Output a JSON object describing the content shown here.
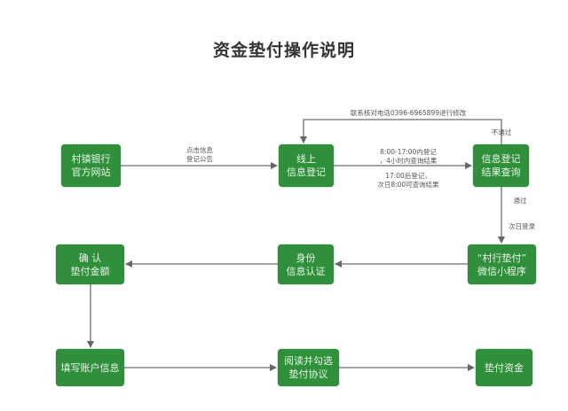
{
  "title": "资金垫付操作说明",
  "nodes": {
    "bank_site": [
      "村镇银行",
      "官方网站"
    ],
    "online_register": [
      "线上",
      "信息登记"
    ],
    "query_result": [
      "信息登记",
      "结果查询"
    ],
    "mini_program": [
      "“村行垫付”",
      "微信小程序"
    ],
    "identity_auth": [
      "身份",
      "信息认证"
    ],
    "confirm_amount": [
      "确 认",
      "垫付金额"
    ],
    "fill_account": [
      "填写账户信息"
    ],
    "read_agreement": [
      "阅读并勾选",
      "垫付协议"
    ],
    "advance_funds": [
      "垫付资金"
    ]
  },
  "edge_labels": {
    "bank_to_register": [
      "点击信息",
      "登记公告"
    ],
    "register_to_query_top": [
      "8:00-17:00内登记",
      "，4小时内查询结果"
    ],
    "register_to_query_bottom": [
      "17:00后登记，",
      "次日8:00可查询结果"
    ],
    "feedback_loop": "联系核对电话0396-6965899进行修改",
    "not_passed": "不通过",
    "passed": "通过",
    "next_day_login": "次日登录"
  }
}
